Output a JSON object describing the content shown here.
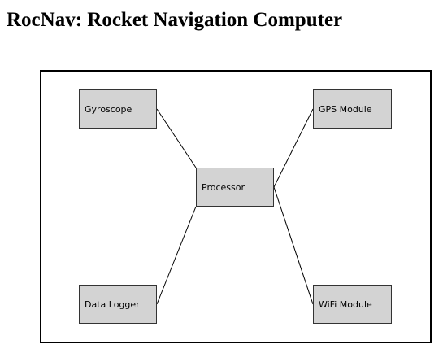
{
  "page": {
    "title": "RocNav: Rocket Navigation Computer"
  },
  "diagram": {
    "nodes": {
      "gyroscope": "Gyroscope",
      "gps_module": "GPS Module",
      "processor": "Processor",
      "data_logger": "Data Logger",
      "wifi_module": "WiFi Module"
    },
    "connections": [
      [
        "gyroscope",
        "processor"
      ],
      [
        "gps_module",
        "processor"
      ],
      [
        "data_logger",
        "processor"
      ],
      [
        "wifi_module",
        "processor"
      ]
    ],
    "colors": {
      "node_fill": "#d3d3d3",
      "node_border": "#333333",
      "line": "#000000"
    }
  }
}
